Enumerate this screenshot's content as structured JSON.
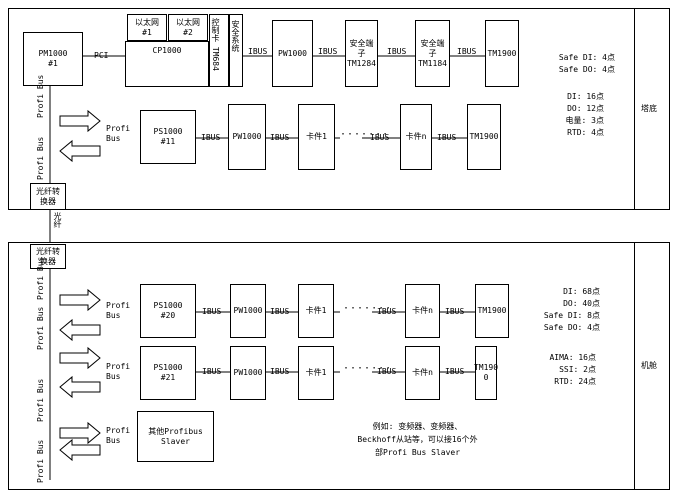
{
  "top": {
    "pm": "PM1000\n#1",
    "pci": "PCI",
    "eth1": "以太网\n#1",
    "eth2": "以太网\n#2",
    "cp": "CP1000",
    "ctrl_card": "控制卡\nTM684",
    "safety_sys": "安全系统",
    "ibus": "IBUS",
    "pw": "PW1000",
    "safe_term1": "安全端\n子\nTM1284",
    "safe_term2": "安全端\n子\nTM1184",
    "tm1900": "TM1900",
    "ps": "PS1000\n#11",
    "card1": "卡件1",
    "cardn": "卡件n",
    "profi_bus": "Profi\nBus",
    "profi_bus_v": "Profi\nBus",
    "ellipsis": "·······",
    "stats_safe": "Safe DI: 4点\nSafe DO: 4点",
    "stats_io": "DI: 16点\nDO: 12点\n电量: 3点\nRTD: 4点",
    "side": "塔底"
  },
  "fiber": {
    "conv": "光纤转\n换器",
    "link": "光纤"
  },
  "bottom": {
    "ps20": "PS1000\n#20",
    "ps21": "PS1000\n#21",
    "pw": "PW1000",
    "ibus": "IBUS",
    "card1": "卡件1",
    "cardn": "卡件n",
    "tm1900": "TM1900",
    "tm1900_split": "TM190\n0",
    "other_slaver": "其他Profibus\nSlaver",
    "profi_bus": "Profi\nBus",
    "profi_bus_v": "Profi\nBus",
    "ellipsis": "·······",
    "stats1": "DI: 68点\nDO: 40点\nSafe DI: 8点\nSafe DO: 4点",
    "stats2": "AIMA: 16点\nSSI: 2点\nRTD: 24点",
    "note": "例如: 变频器、变频器、\nBeckhoff从站等，可以接16个外\n部Profi Bus Slaver",
    "side": "机舱"
  }
}
